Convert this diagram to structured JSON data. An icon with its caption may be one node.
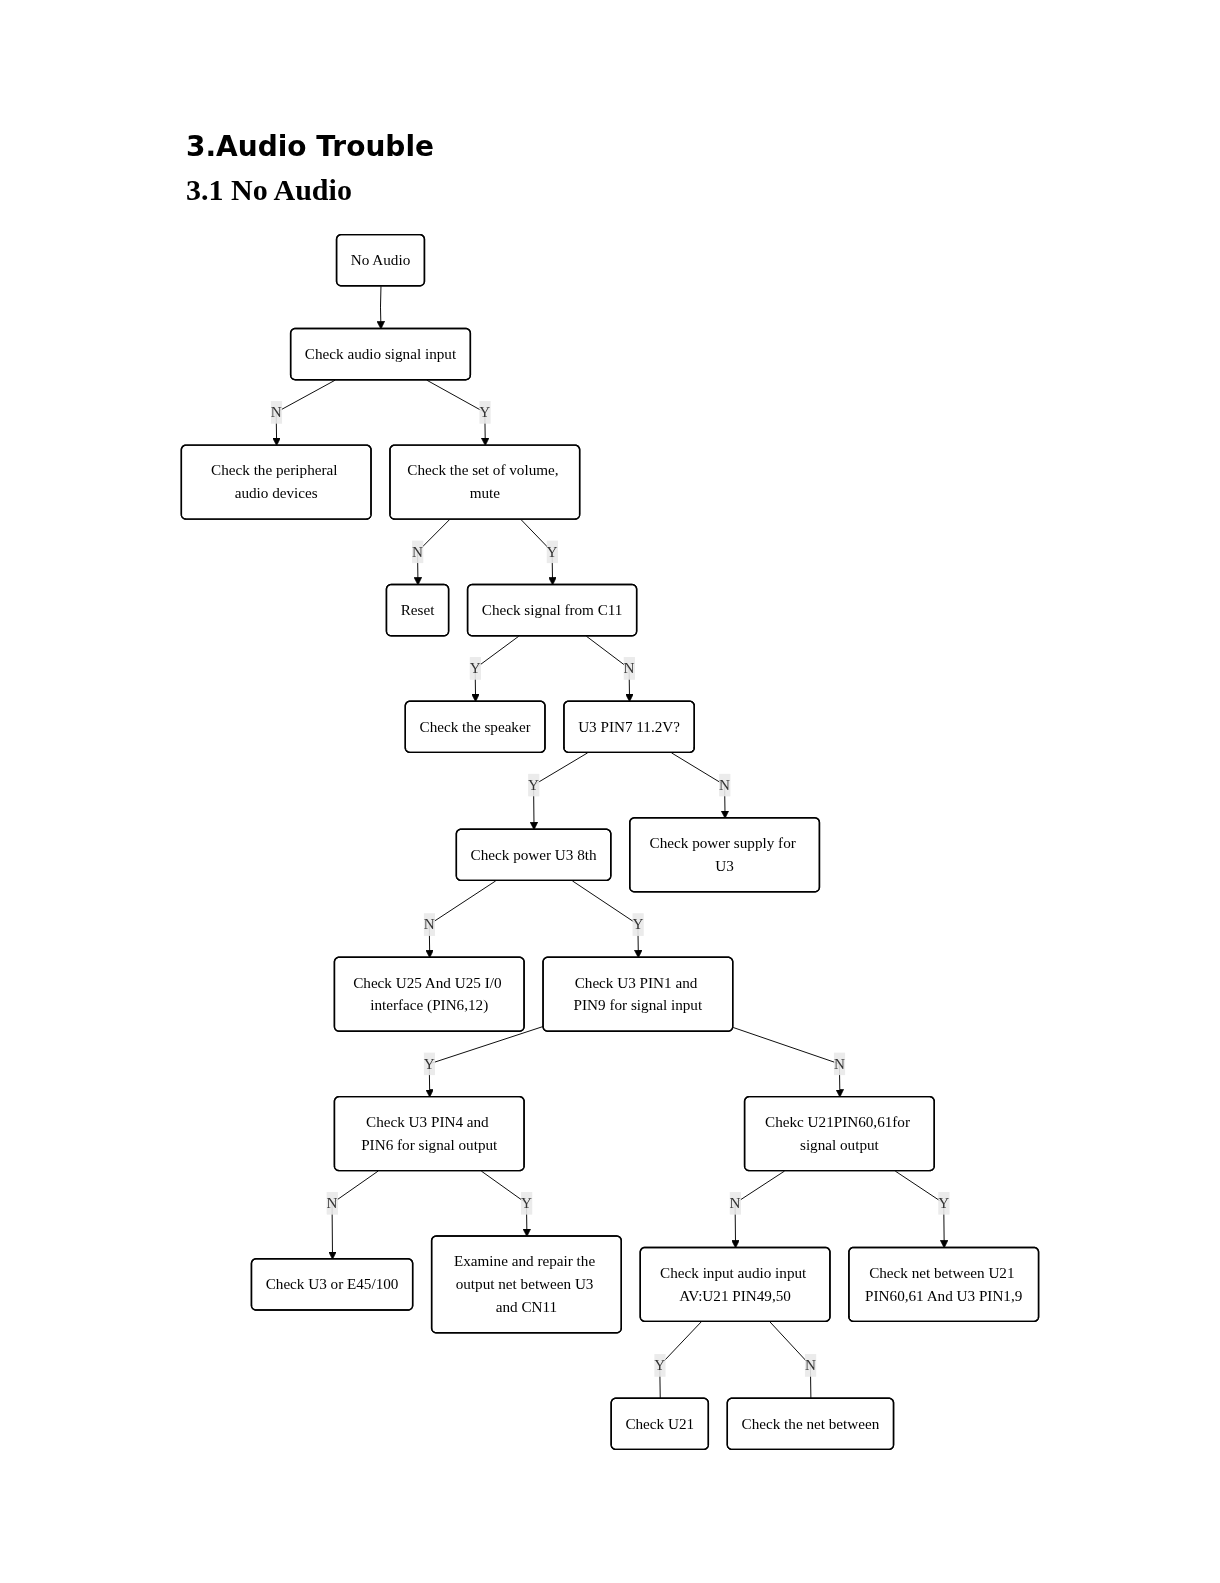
{
  "diagram": {
    "title": "3.Audio Trouble",
    "nodes": [
      {
        "text": [
          "No Audio"
        ]
      },
      {
        "text": [
          "Check audio signal input"
        ]
      },
      {
        "text": [
          "Check the set of volume, mute"
        ]
      },
      {
        "text": [
          "Check signal from C11"
        ]
      },
      {
        "text": [
          "U3 PIN7 11.2V?"
        ]
      },
      {
        "text": [
          "Check power U3 8th"
        ]
      },
      {
        "text": [
          "Check U3 PIN1 and PIN9 for signal input"
        ]
      },
      {
        "text": [
          "Check U3 PIN4 and PIN6 for signal output"
        ]
      },
      {
        "text": [
          "Chekc U21PIN60,61for signal output"
        ]
      },
      {
        "text": [
          "Check input audio input AV:U21 PIN49,50"
        ]
      },
      {
        "text": [
          "Check the peripheral audio devices"
        ]
      },
      {
        "text": [
          "Reset"
        ]
      },
      {
        "text": [
          "Check the speaker"
        ]
      },
      {
        "text": [
          "Check U25 And U25 I/0 interface (PIN6,12)"
        ]
      },
      {
        "text": [
          "Check U3 or E45/100"
        ]
      },
      {
        "text": [
          "Examine and repair the output net between U3 and CN11"
        ]
      },
      {
        "text": [
          "Check U21"
        ]
      },
      {
        "text": [
          "Check the net between"
        ]
      },
      {
        "text": [
          "Check net between U21 PIN60,61 And U3 PIN1,9"
        ]
      },
      {
        "text": [
          "Check power supply for U3"
        ]
      }
    ],
    "edges": [
      {
        "from": 0,
        "to": 1,
        "arrow": "to"
      },
      {
        "from": 1,
        "to": 10,
        "arrow": "to",
        "label": "N"
      },
      {
        "from": 1,
        "to": 2,
        "arrow": "to",
        "label": "Y"
      },
      {
        "from": 2,
        "to": 11,
        "arrow": "to",
        "label": "N"
      },
      {
        "from": 2,
        "to": 3,
        "arrow": "to",
        "label": "Y"
      },
      {
        "from": 3,
        "to": 12,
        "arrow": "to",
        "label": "Y"
      },
      {
        "from": 3,
        "to": 4,
        "arrow": "to",
        "label": "N"
      },
      {
        "from": 4,
        "to": 5,
        "arrow": "to",
        "label": "Y"
      },
      {
        "from": 4,
        "to": 19,
        "arrow": "to",
        "label": "N"
      },
      {
        "from": 5,
        "to": 13,
        "arrow": "to",
        "label": "N"
      },
      {
        "from": 5,
        "to": 6,
        "arrow": "to",
        "label": "Y"
      },
      {
        "from": 6,
        "to": 7,
        "arrow": "to",
        "label": "Y"
      },
      {
        "from": 6,
        "to": 8,
        "arrow": "to",
        "label": "N"
      },
      {
        "from": 7,
        "to": 14,
        "arrow": "to",
        "label": "N"
      },
      {
        "from": 7,
        "to": 15,
        "arrow": "to",
        "label": "Y"
      },
      {
        "from": 8,
        "to": 9,
        "arrow": "to",
        "label": "N"
      },
      {
        "from": 8,
        "to": 18,
        "arrow": "to",
        "label": "Y"
      },
      {
        "from": 9,
        "to": 16,
        "arrow": "none",
        "label": "Y"
      },
      {
        "from": 9,
        "to": 17,
        "arrow": "none",
        "label": "N"
      }
    ],
    "labels": [
      "3.1 No Audio"
    ]
  }
}
